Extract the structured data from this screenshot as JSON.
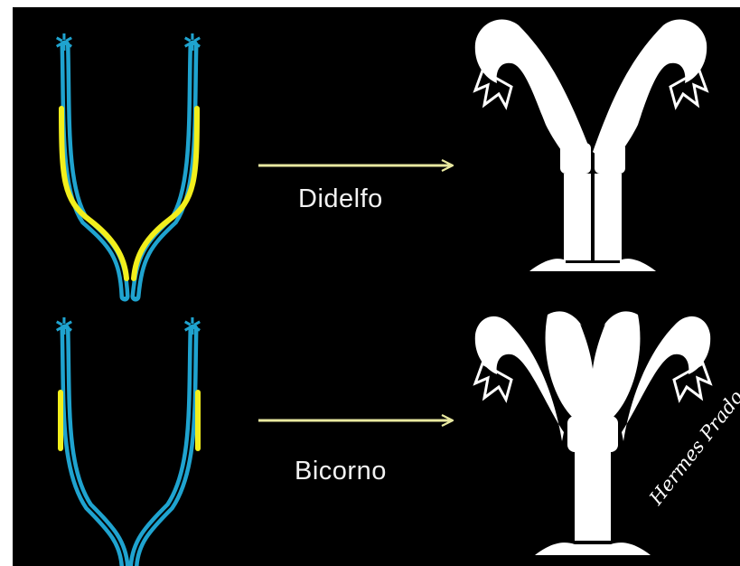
{
  "diagram": {
    "rows": [
      {
        "label": "Didelfo"
      },
      {
        "label": "Bicorno"
      }
    ],
    "credit": "Hermes Prado",
    "colors": {
      "background": "#000000",
      "duct": "#1fa3cf",
      "duct_highlight": "#f2ef1c",
      "arrow": "#e9e9a0",
      "organ": "#ffffff",
      "text": "#f2f2f2"
    }
  }
}
